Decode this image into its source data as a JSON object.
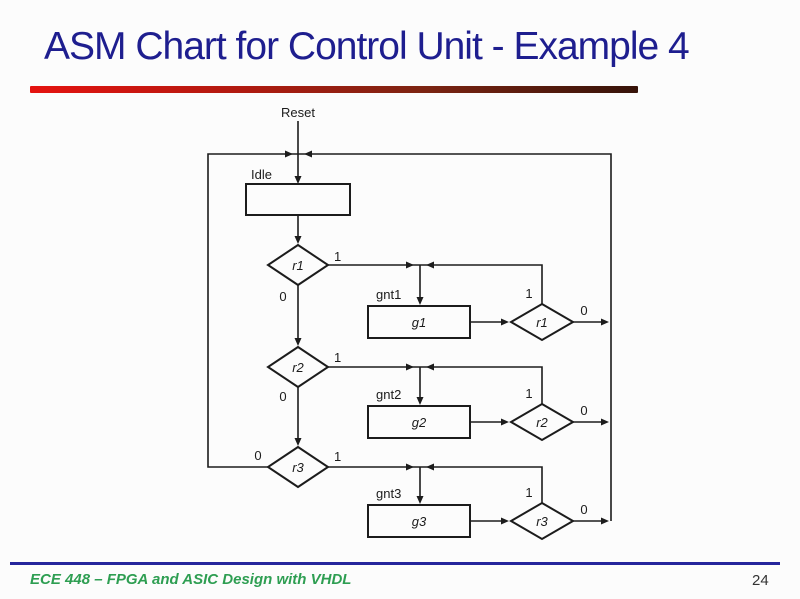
{
  "slide": {
    "title": "ASM Chart for Control Unit - Example 4",
    "footer_text": "ECE 448 – FPGA and ASIC Design with VHDL",
    "page_number": "24"
  },
  "colors": {
    "title_text": "#1e1e8f",
    "accent_bar_start": "#e51310",
    "accent_bar_end": "#361309",
    "footer_rule": "#26269c",
    "footer_text": "#2e9e52",
    "page_number_text": "#333333",
    "diagram_ink": "#1c1c1c",
    "background": "#fcfcfc"
  },
  "asm": {
    "reset_label": "Reset",
    "idle_state": "Idle",
    "rows": [
      {
        "request": "r1",
        "request_true": "1",
        "request_false": "0",
        "grant_output": "gnt1",
        "grant_state": "g1",
        "hold_request": "r1",
        "hold_true": "1",
        "hold_false": "0"
      },
      {
        "request": "r2",
        "request_true": "1",
        "request_false": "0",
        "grant_output": "gnt2",
        "grant_state": "g2",
        "hold_request": "r2",
        "hold_true": "1",
        "hold_false": "0"
      },
      {
        "request": "r3",
        "request_true": "1",
        "request_false": "0",
        "grant_output": "gnt3",
        "grant_state": "g3",
        "hold_request": "r3",
        "hold_true": "1",
        "hold_false": "0"
      }
    ]
  }
}
